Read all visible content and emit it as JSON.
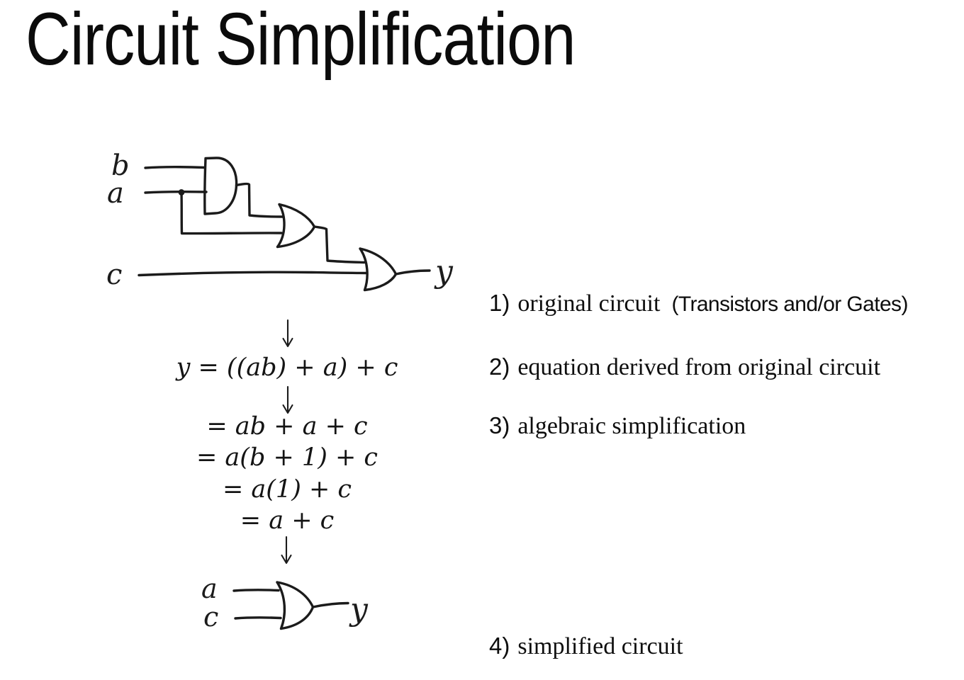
{
  "title": "Circuit Simplification",
  "original_circuit": {
    "input_b": "b",
    "input_a": "a",
    "input_c": "c",
    "output": "y",
    "gates": [
      "AND",
      "OR",
      "OR"
    ]
  },
  "equations": {
    "lines": [
      "y = ((ab) + a) + c",
      "= ab + a + c",
      "= a(b + 1) + c",
      "= a(1) + c",
      "= a + c"
    ]
  },
  "simplified_circuit": {
    "input_a": "a",
    "input_c": "c",
    "output": "y",
    "gates": [
      "OR"
    ]
  },
  "annotations": [
    {
      "number": "1)",
      "text": "original circuit",
      "note": "(Transistors and/or Gates)"
    },
    {
      "number": "2)",
      "text": "equation derived from original circuit",
      "note": ""
    },
    {
      "number": "3)",
      "text": "algebraic simplification",
      "note": ""
    },
    {
      "number": "4)",
      "text": "simplified circuit",
      "note": ""
    }
  ],
  "icons": {
    "down_arrow": "↓"
  }
}
